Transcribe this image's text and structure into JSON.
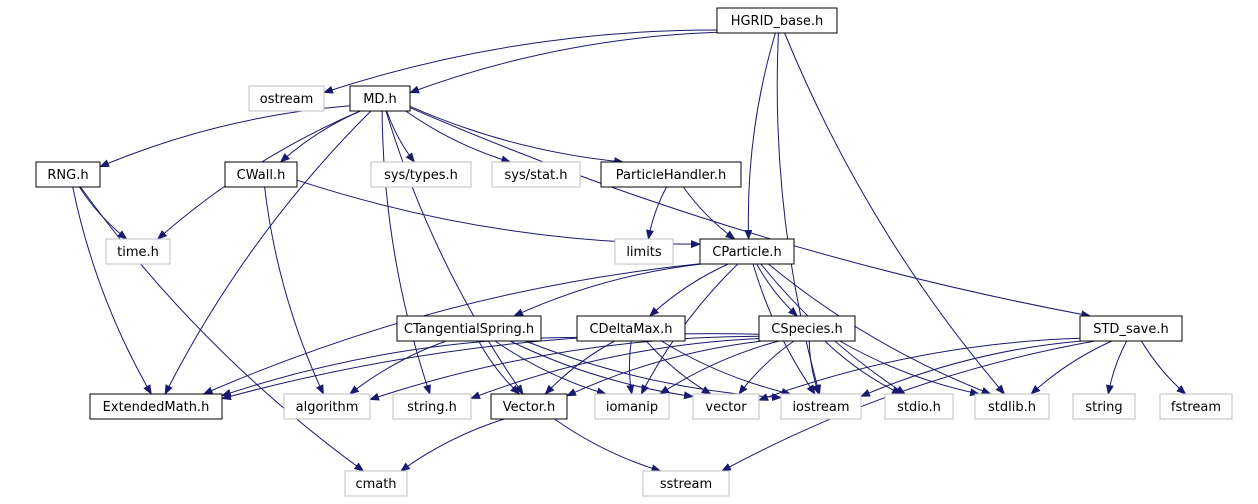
{
  "title": "HGRID_base.h",
  "colors": {
    "edge": "#191970",
    "documented_border": "#000000",
    "external_border": "#bfbfbf",
    "root_fill": "#bfbfbf",
    "background": "#ffffff"
  },
  "nodes": {
    "hgrid_base": {
      "label": "HGRID_base.h",
      "kind": "root"
    },
    "ostream": {
      "label": "ostream",
      "kind": "external"
    },
    "md": {
      "label": "MD.h",
      "kind": "documented"
    },
    "rng": {
      "label": "RNG.h",
      "kind": "documented"
    },
    "cwall": {
      "label": "CWall.h",
      "kind": "documented"
    },
    "sys_types": {
      "label": "sys/types.h",
      "kind": "external"
    },
    "sys_stat": {
      "label": "sys/stat.h",
      "kind": "external"
    },
    "particlehandler": {
      "label": "ParticleHandler.h",
      "kind": "documented"
    },
    "time": {
      "label": "time.h",
      "kind": "external"
    },
    "limits": {
      "label": "limits",
      "kind": "external"
    },
    "cparticle": {
      "label": "CParticle.h",
      "kind": "documented"
    },
    "ctangentialspring": {
      "label": "CTangentialSpring.h",
      "kind": "documented"
    },
    "cdeltamax": {
      "label": "CDeltaMax.h",
      "kind": "documented"
    },
    "cspecies": {
      "label": "CSpecies.h",
      "kind": "documented"
    },
    "std_save": {
      "label": "STD_save.h",
      "kind": "documented"
    },
    "extendedmath": {
      "label": "ExtendedMath.h",
      "kind": "documented"
    },
    "algorithm": {
      "label": "algorithm",
      "kind": "external"
    },
    "string_h": {
      "label": "string.h",
      "kind": "external"
    },
    "vector_h": {
      "label": "Vector.h",
      "kind": "documented"
    },
    "iomanip": {
      "label": "iomanip",
      "kind": "external"
    },
    "vector": {
      "label": "vector",
      "kind": "external"
    },
    "iostream": {
      "label": "iostream",
      "kind": "external"
    },
    "stdio": {
      "label": "stdio.h",
      "kind": "external"
    },
    "stdlib": {
      "label": "stdlib.h",
      "kind": "external"
    },
    "string": {
      "label": "string",
      "kind": "external"
    },
    "fstream": {
      "label": "fstream",
      "kind": "external"
    },
    "cmath": {
      "label": "cmath",
      "kind": "external"
    },
    "sstream": {
      "label": "sstream",
      "kind": "external"
    }
  },
  "edges": [
    [
      "hgrid_base",
      "ostream"
    ],
    [
      "hgrid_base",
      "md"
    ],
    [
      "hgrid_base",
      "cparticle"
    ],
    [
      "hgrid_base",
      "iostream"
    ],
    [
      "hgrid_base",
      "stdlib"
    ],
    [
      "md",
      "rng"
    ],
    [
      "md",
      "time"
    ],
    [
      "md",
      "cwall"
    ],
    [
      "md",
      "sys_types"
    ],
    [
      "md",
      "sys_stat"
    ],
    [
      "md",
      "particlehandler"
    ],
    [
      "md",
      "std_save"
    ],
    [
      "md",
      "extendedmath"
    ],
    [
      "md",
      "string_h"
    ],
    [
      "md",
      "vector_h"
    ],
    [
      "rng",
      "time"
    ],
    [
      "rng",
      "extendedmath"
    ],
    [
      "rng",
      "cmath"
    ],
    [
      "cwall",
      "cparticle"
    ],
    [
      "cwall",
      "algorithm"
    ],
    [
      "particlehandler",
      "limits"
    ],
    [
      "particlehandler",
      "cparticle"
    ],
    [
      "cparticle",
      "ctangentialspring"
    ],
    [
      "cparticle",
      "cdeltamax"
    ],
    [
      "cparticle",
      "cspecies"
    ],
    [
      "cparticle",
      "extendedmath"
    ],
    [
      "cparticle",
      "iomanip"
    ],
    [
      "cparticle",
      "iostream"
    ],
    [
      "cparticle",
      "stdio"
    ],
    [
      "cparticle",
      "stdlib"
    ],
    [
      "ctangentialspring",
      "algorithm"
    ],
    [
      "ctangentialspring",
      "vector_h"
    ],
    [
      "ctangentialspring",
      "iomanip"
    ],
    [
      "ctangentialspring",
      "vector"
    ],
    [
      "ctangentialspring",
      "iostream"
    ],
    [
      "cdeltamax",
      "vector_h"
    ],
    [
      "cdeltamax",
      "iomanip"
    ],
    [
      "cdeltamax",
      "vector"
    ],
    [
      "cdeltamax",
      "iostream"
    ],
    [
      "cdeltamax",
      "extendedmath"
    ],
    [
      "cspecies",
      "extendedmath"
    ],
    [
      "cspecies",
      "algorithm"
    ],
    [
      "cspecies",
      "string_h"
    ],
    [
      "cspecies",
      "vector_h"
    ],
    [
      "cspecies",
      "iomanip"
    ],
    [
      "cspecies",
      "vector"
    ],
    [
      "cspecies",
      "iostream"
    ],
    [
      "cspecies",
      "stdio"
    ],
    [
      "cspecies",
      "stdlib"
    ],
    [
      "std_save",
      "vector"
    ],
    [
      "std_save",
      "iostream"
    ],
    [
      "std_save",
      "stdlib"
    ],
    [
      "std_save",
      "string"
    ],
    [
      "std_save",
      "fstream"
    ],
    [
      "std_save",
      "sstream"
    ],
    [
      "vector_h",
      "cmath"
    ],
    [
      "vector_h",
      "sstream"
    ]
  ]
}
